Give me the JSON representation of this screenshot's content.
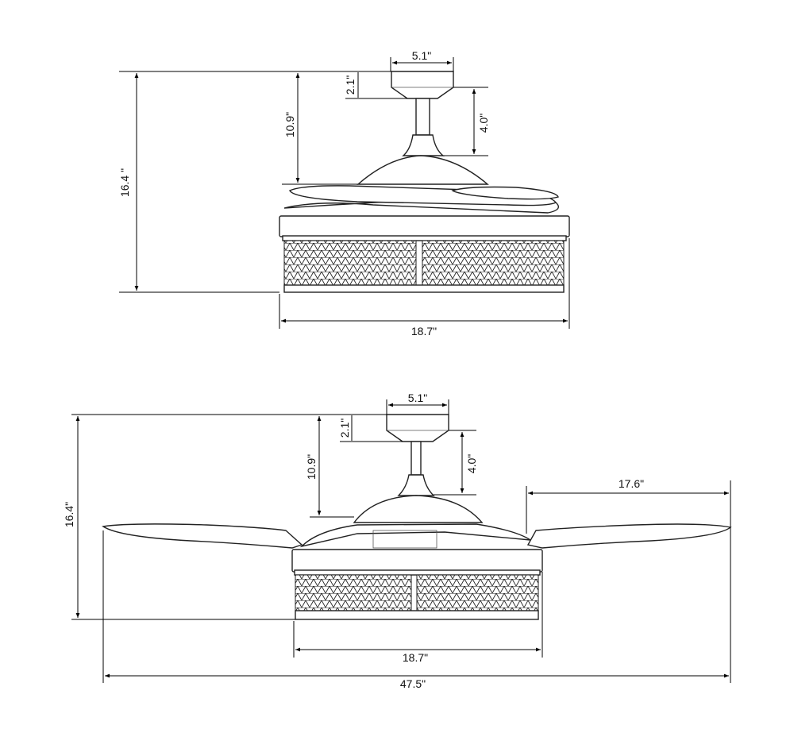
{
  "top_view": {
    "title": "Fan with blades retracted",
    "dimensions": {
      "canopy_width": "5.1\"",
      "canopy_height": "2.1\"",
      "downrod": "4.0\"",
      "ceiling_to_blades": "10.9\"",
      "total_height": "16.4 \"",
      "body_width": "18.7\""
    }
  },
  "bottom_view": {
    "title": "Fan with blades extended",
    "dimensions": {
      "canopy_width": "5.1\"",
      "canopy_height": "2.1\"",
      "downrod": "4.0\"",
      "ceiling_to_blades": "10.9\"",
      "total_height": "16.4\"",
      "blade_reach": "17.6\"",
      "body_width": "18.7\"",
      "total_span": "47.5\""
    }
  },
  "colors": {
    "line": "#000000",
    "background": "#ffffff"
  }
}
